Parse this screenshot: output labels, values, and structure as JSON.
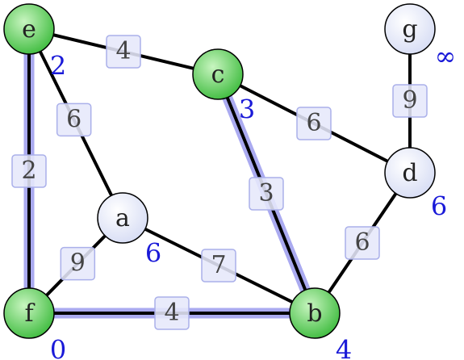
{
  "colors": {
    "visited_fill_light": "#c8f5c0",
    "visited_fill_dark": "#3dbb3d",
    "unvisited_fill_light": "#ffffff",
    "unvisited_fill_dark": "#d6dcf4",
    "node_stroke": "#000000",
    "edge": "#000000",
    "tree_highlight": "#aaaaf0",
    "weight_box_fill": "#e6e8fb",
    "weight_box_stroke": "#aab0ea",
    "distance_text": "#1a1ad8"
  },
  "nodes": [
    {
      "id": "e",
      "label": "e",
      "visited": true,
      "distance": "2"
    },
    {
      "id": "c",
      "label": "c",
      "visited": true,
      "distance": "3"
    },
    {
      "id": "g",
      "label": "g",
      "visited": false,
      "distance": "∞"
    },
    {
      "id": "a",
      "label": "a",
      "visited": false,
      "distance": "6"
    },
    {
      "id": "d",
      "label": "d",
      "visited": false,
      "distance": "6"
    },
    {
      "id": "f",
      "label": "f",
      "visited": true,
      "distance": "0"
    },
    {
      "id": "b",
      "label": "b",
      "visited": true,
      "distance": "4"
    }
  ],
  "edges": [
    {
      "from": "e",
      "to": "c",
      "weight": "4",
      "tree": false
    },
    {
      "from": "e",
      "to": "a",
      "weight": "6",
      "tree": false
    },
    {
      "from": "e",
      "to": "f",
      "weight": "2",
      "tree": true
    },
    {
      "from": "c",
      "to": "d",
      "weight": "6",
      "tree": false
    },
    {
      "from": "c",
      "to": "b",
      "weight": "3",
      "tree": true
    },
    {
      "from": "g",
      "to": "d",
      "weight": "9",
      "tree": false
    },
    {
      "from": "a",
      "to": "f",
      "weight": "9",
      "tree": false
    },
    {
      "from": "a",
      "to": "b",
      "weight": "7",
      "tree": false
    },
    {
      "from": "f",
      "to": "b",
      "weight": "4",
      "tree": true
    },
    {
      "from": "d",
      "to": "b",
      "weight": "6",
      "tree": false
    }
  ]
}
